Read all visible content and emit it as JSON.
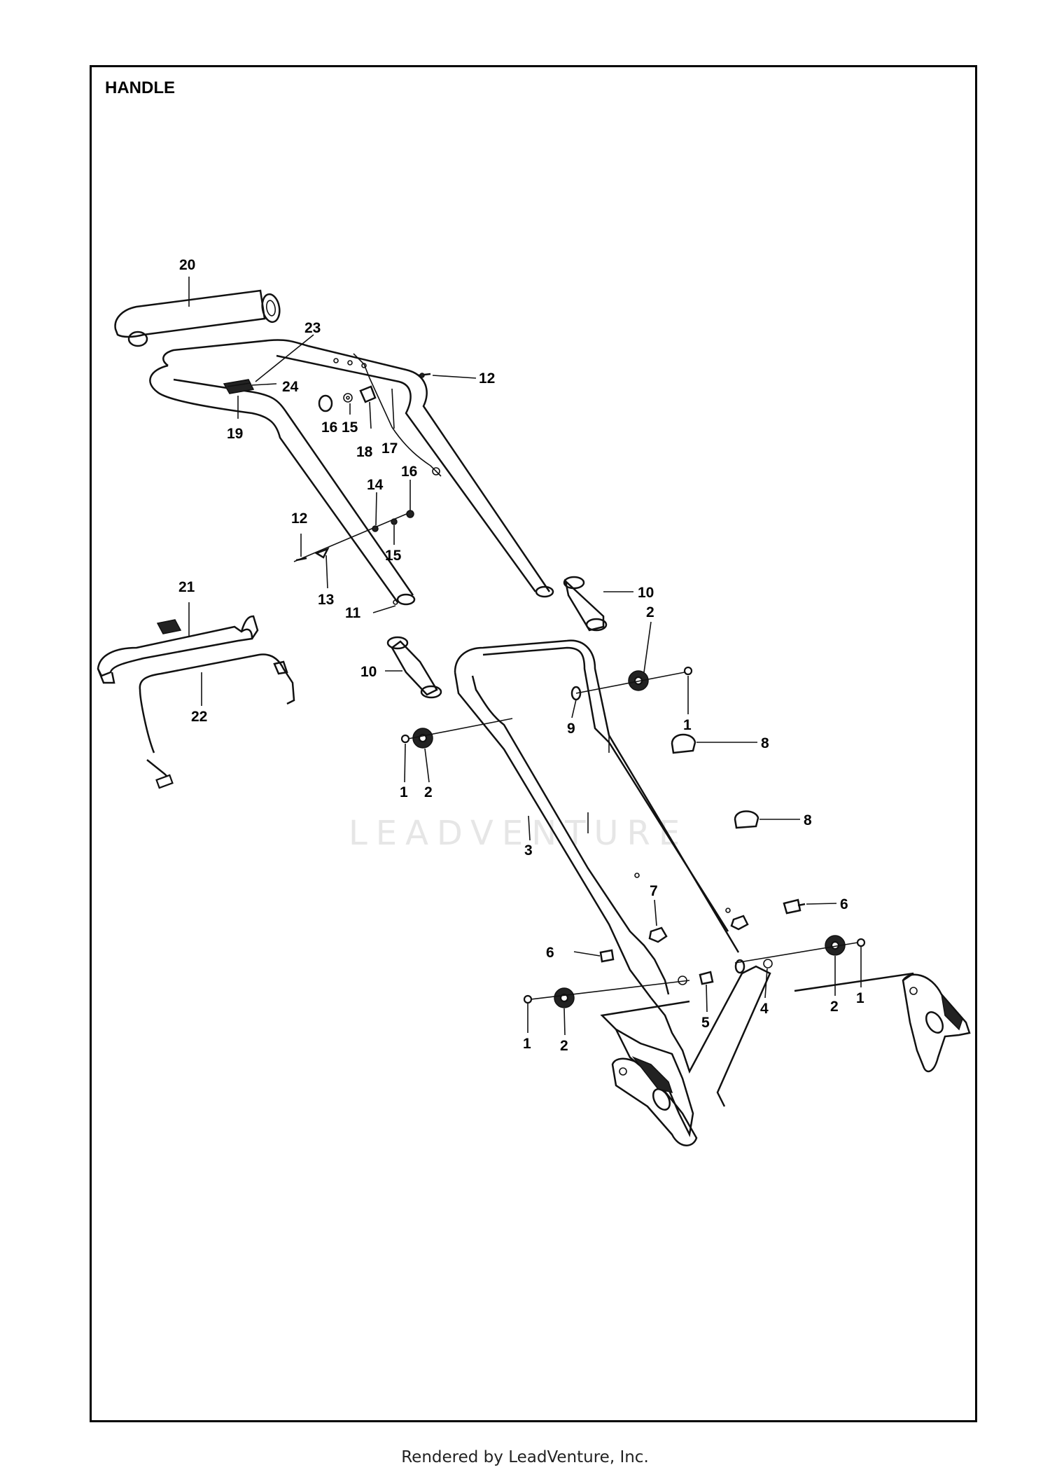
{
  "title": "HANDLE",
  "watermark": "LEADVENTURE",
  "footer": "Rendered by LeadVenture, Inc.",
  "callouts": {
    "c1a": "1",
    "c1b": "1",
    "c1c": "1",
    "c2a": "2",
    "c2b": "2",
    "c2c": "2",
    "c2d": "2",
    "c3": "3",
    "c4": "4",
    "c5": "5",
    "c6a": "6",
    "c6b": "6",
    "c7": "7",
    "c8a": "8",
    "c8b": "8",
    "c9": "9",
    "c10a": "10",
    "c10b": "10",
    "c11": "11",
    "c12a": "12",
    "c12b": "12",
    "c13": "13",
    "c14": "14",
    "c15a": "15",
    "c15b": "15",
    "c16a": "16",
    "c16b": "16",
    "c17": "17",
    "c18": "18",
    "c19": "19",
    "c20": "20",
    "c21": "21",
    "c22": "22",
    "c23": "23",
    "c24": "24"
  }
}
